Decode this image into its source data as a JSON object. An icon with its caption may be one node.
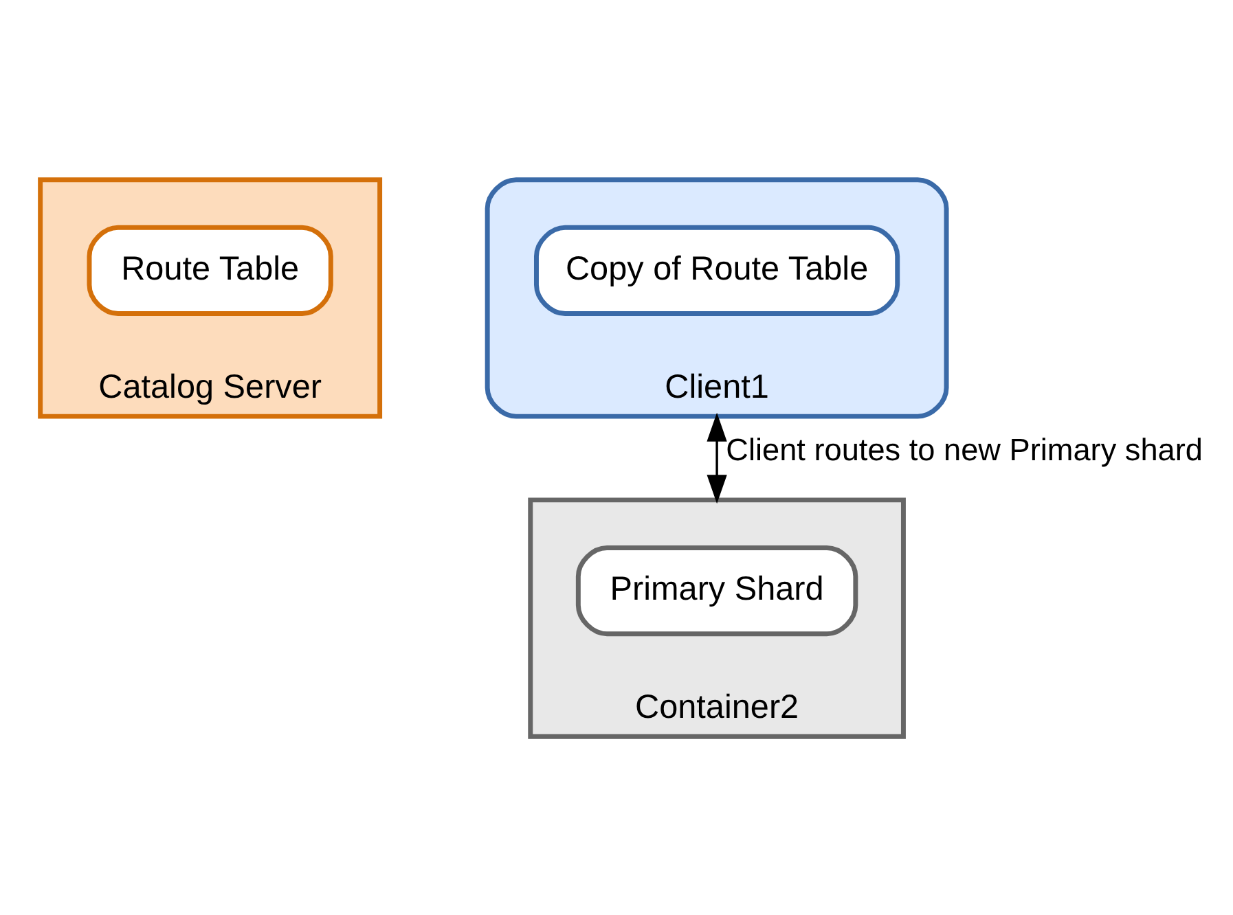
{
  "diagram": {
    "nodes": [
      {
        "text": [
          "Catalog Server"
        ]
      },
      {
        "text": [
          "Route Table"
        ],
        "in": 0
      },
      {
        "text": [
          "Client1"
        ]
      },
      {
        "text": [
          "Copy of Route Table"
        ],
        "in": 2
      },
      {
        "text": [
          "Container2"
        ]
      },
      {
        "text": [
          "Primary Shard"
        ],
        "in": 4
      }
    ],
    "edges": [
      {
        "from": 2,
        "to": 4,
        "arrow": "both",
        "label": "Client routes to new Primary shard"
      }
    ]
  }
}
